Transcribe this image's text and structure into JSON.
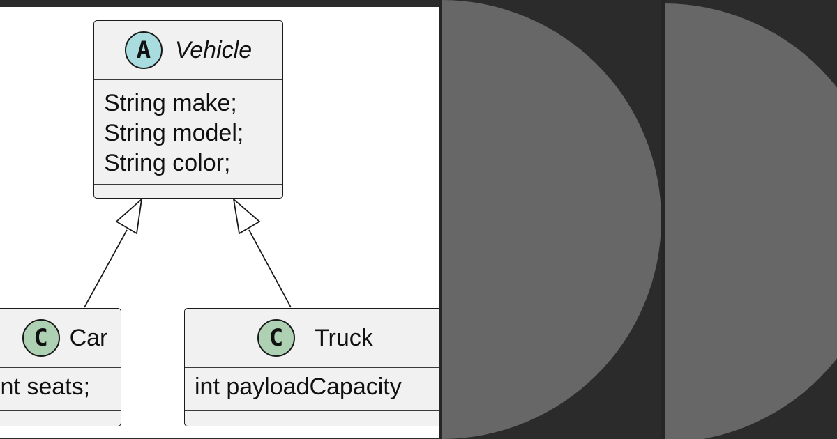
{
  "diagram": {
    "classes": [
      {
        "stereotype": "A",
        "name": "Vehicle",
        "abstract": true,
        "fields": [
          "String make;",
          "String model;",
          "String color;"
        ]
      },
      {
        "stereotype": "C",
        "name": "Car",
        "abstract": false,
        "fields": [
          "int seats;"
        ]
      },
      {
        "stereotype": "C",
        "name": "Truck",
        "abstract": false,
        "fields": [
          "int payloadCapacity"
        ]
      }
    ],
    "relations": [
      {
        "from": "Car",
        "to": "Vehicle",
        "type": "inheritance"
      },
      {
        "from": "Truck",
        "to": "Vehicle",
        "type": "inheritance"
      }
    ]
  },
  "colors": {
    "abstract_badge": "#a9dcdf",
    "class_badge": "#add1b2",
    "box_fill": "#f1f1f1",
    "thumbnail_shape": "#676767",
    "background": "#2b2b2b"
  }
}
